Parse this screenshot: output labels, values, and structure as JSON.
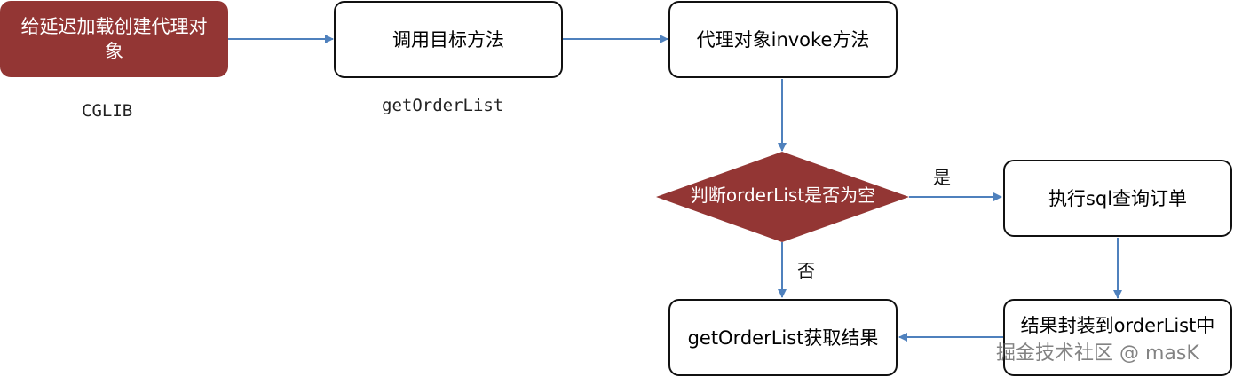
{
  "nodes": {
    "start": "给延迟加载创建代理对象",
    "call_target": "调用目标方法",
    "proxy_invoke": "代理对象invoke方法",
    "decision": "判断orderList是否为空",
    "query_sql": "执行sql查询订单",
    "wrap_result": "结果封装到orderList中",
    "get_result": "getOrderList获取结果"
  },
  "captions": {
    "start": "CGLIB",
    "call_target": "getOrderList"
  },
  "edge_labels": {
    "yes": "是",
    "no": "否"
  },
  "watermark": "掘金技术社区 @ masK",
  "colors": {
    "start_fill": "#933634",
    "decision_fill": "#933634",
    "connector": "#4F81BD"
  }
}
